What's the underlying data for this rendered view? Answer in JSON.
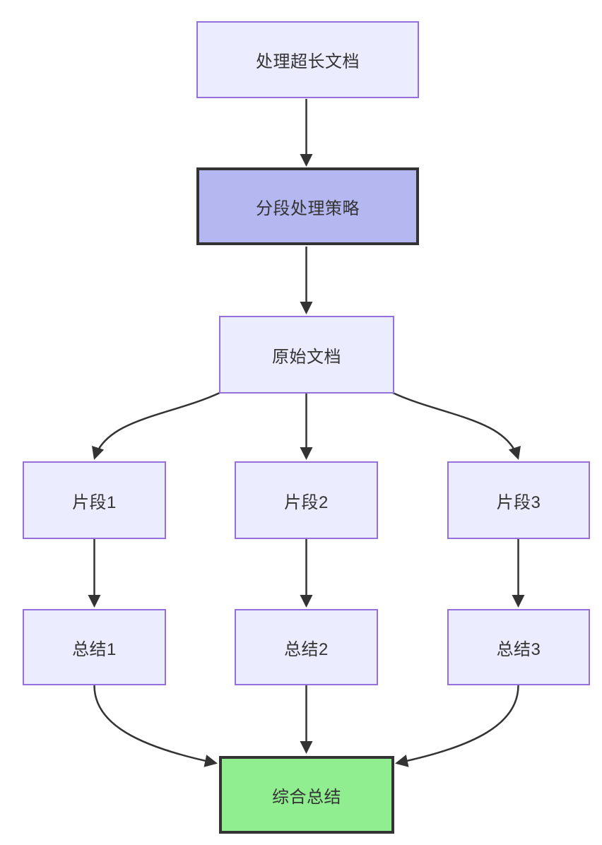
{
  "diagram": {
    "type": "flowchart",
    "direction": "top-down",
    "colors": {
      "background": "#ffffff",
      "default_node_fill": "#ECECFF",
      "default_node_border": "#9370DB",
      "highlight_node_fill": "#b5b8f0",
      "success_node_fill": "#90EE90",
      "dark_border": "#333333",
      "arrow": "#333333",
      "text": "#333333"
    },
    "nodes": [
      {
        "id": "process-long-doc",
        "label": "处理超长文档",
        "type": "default"
      },
      {
        "id": "segmentation-strategy",
        "label": "分段处理策略",
        "type": "highlight"
      },
      {
        "id": "original-doc",
        "label": "原始文档",
        "type": "default"
      },
      {
        "id": "segment-1",
        "label": "片段1",
        "type": "default"
      },
      {
        "id": "segment-2",
        "label": "片段2",
        "type": "default"
      },
      {
        "id": "segment-3",
        "label": "片段3",
        "type": "default"
      },
      {
        "id": "summary-1",
        "label": "总结1",
        "type": "default"
      },
      {
        "id": "summary-2",
        "label": "总结2",
        "type": "default"
      },
      {
        "id": "summary-3",
        "label": "总结3",
        "type": "default"
      },
      {
        "id": "final-summary",
        "label": "综合总结",
        "type": "success"
      }
    ],
    "edges": [
      {
        "from": "process-long-doc",
        "to": "segmentation-strategy"
      },
      {
        "from": "segmentation-strategy",
        "to": "original-doc"
      },
      {
        "from": "original-doc",
        "to": "segment-1"
      },
      {
        "from": "original-doc",
        "to": "segment-2"
      },
      {
        "from": "original-doc",
        "to": "segment-3"
      },
      {
        "from": "segment-1",
        "to": "summary-1"
      },
      {
        "from": "segment-2",
        "to": "summary-2"
      },
      {
        "from": "segment-3",
        "to": "summary-3"
      },
      {
        "from": "summary-1",
        "to": "final-summary"
      },
      {
        "from": "summary-2",
        "to": "final-summary"
      },
      {
        "from": "summary-3",
        "to": "final-summary"
      }
    ]
  }
}
